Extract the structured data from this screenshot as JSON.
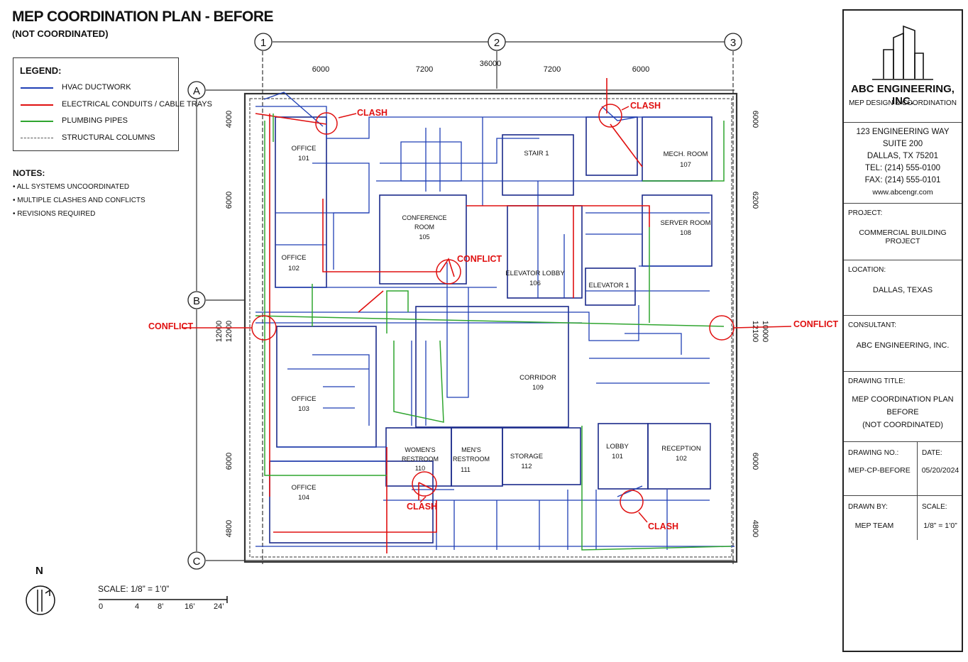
{
  "header": {
    "title": "MEP COORDINATION PLAN - BEFORE",
    "subtitle": "(NOT COORDINATED)"
  },
  "legend": {
    "title": "LEGEND:",
    "items": [
      {
        "label": "HVAC DUCTWORK",
        "color": "#1f3fb5",
        "style": "solid"
      },
      {
        "label": "ELECTRICAL CONDUITS / CABLE TRAYS",
        "color": "#e01010",
        "style": "solid"
      },
      {
        "label": "PLUMBING PIPES",
        "color": "#2fa52f",
        "style": "solid"
      },
      {
        "label": "STRUCTURAL COLUMNS",
        "color": "#555555",
        "style": "dashed"
      }
    ]
  },
  "notes": {
    "title": "NOTES:",
    "items": [
      "ALL SYSTEMS UNCOORDINATED",
      "MULTIPLE CLASHES AND CONFLICTS",
      "REVISIONS REQUIRED"
    ]
  },
  "grid": {
    "columns": [
      "1",
      "2",
      "3"
    ],
    "rows": [
      "A",
      "B",
      "C"
    ],
    "top_total": "36000",
    "top_dims": [
      "6000",
      "7200",
      "7200",
      "6000"
    ],
    "left_dims": [
      "4000",
      "6000",
      "12000",
      "12000",
      "6000",
      "4800"
    ],
    "right_dims": [
      "6000",
      "6200",
      "12100",
      "10000",
      "6000",
      "4800"
    ]
  },
  "rooms": [
    {
      "name": "OFFICE",
      "num": "101"
    },
    {
      "name": "OFFICE",
      "num": "102"
    },
    {
      "name": "OFFICE",
      "num": "103"
    },
    {
      "name": "OFFICE",
      "num": "104"
    },
    {
      "name": "CONFERENCE",
      "name2": "ROOM",
      "num": "105"
    },
    {
      "name": "STAIR 1",
      "num": ""
    },
    {
      "name": "MECH. ROOM",
      "num": "107"
    },
    {
      "name": "SERVER ROOM",
      "num": "108"
    },
    {
      "name": "ELEVATOR LOBBY",
      "num": "106"
    },
    {
      "name": "ELEVATOR 1",
      "num": ""
    },
    {
      "name": "CORRIDOR",
      "num": "109"
    },
    {
      "name": "WOMEN'S",
      "name2": "RESTROOM",
      "num": "110"
    },
    {
      "name": "MEN'S",
      "name2": "RESTROOM",
      "num": "111"
    },
    {
      "name": "STORAGE",
      "num": "112"
    },
    {
      "name": "LOBBY",
      "num": "101"
    },
    {
      "name": "RECEPTION",
      "num": "102"
    }
  ],
  "issues": {
    "clash": "CLASH",
    "conflict": "CONFLICT"
  },
  "north": "N",
  "scale": {
    "label": "SCALE: 1/8” = 1’0”",
    "marks": [
      "0",
      "4",
      "8’",
      "16’",
      "24’"
    ]
  },
  "title_block": {
    "company": "ABC ENGINEERING, INC.",
    "company_sub": "MEP DESIGN & COORDINATION",
    "address": [
      "123 ENGINEERING WAY",
      "SUITE 200",
      "DALLAS, TX 75201",
      "TEL: (214) 555-0100",
      "FAX: (214) 555-0101",
      "www.abcengr.com"
    ],
    "project_label": "PROJECT:",
    "project": "COMMERCIAL BUILDING PROJECT",
    "location_label": "LOCATION:",
    "location": "DALLAS, TEXAS",
    "consultant_label": "CONSULTANT:",
    "consultant": "ABC ENGINEERING, INC.",
    "drawing_title_label": "DRAWING TITLE:",
    "drawing_title": [
      "MEP COORDINATION PLAN",
      "BEFORE",
      "(NOT COORDINATED)"
    ],
    "drawing_no_label": "DRAWING NO.:",
    "drawing_no": "MEP-CP-BEFORE",
    "date_label": "DATE:",
    "date": "05/20/2024",
    "drawn_by_label": "DRAWN BY:",
    "drawn_by": "MEP TEAM",
    "scale_label": "SCALE:",
    "scale": "1/8” = 1’0”"
  },
  "colors": {
    "hvac": "#1f3fb5",
    "electrical": "#e01010",
    "plumbing": "#2fa52f",
    "structure": "#333333"
  }
}
